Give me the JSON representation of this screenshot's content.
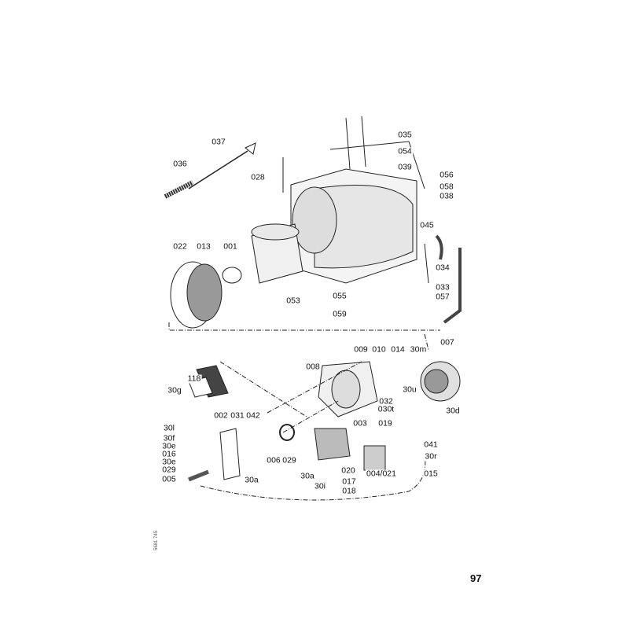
{
  "labels": [
    "037",
    "036",
    "028",
    "035",
    "054",
    "039",
    "056",
    "058",
    "038",
    "045",
    "034",
    "022",
    "013",
    "001",
    "053",
    "055",
    "059",
    "033",
    "057",
    "009",
    "010",
    "014",
    "30m",
    "007",
    "008",
    "118",
    "30g",
    "30u",
    "30d",
    "032",
    "030t",
    "002",
    "031",
    "042",
    "003",
    "019",
    "30l",
    "30f",
    "30e",
    "016",
    "30e",
    "029",
    "005",
    "006",
    "029",
    "020",
    "041",
    "30r",
    "015",
    "30a",
    "30a",
    "004/021",
    "30i",
    "017",
    "018"
  ],
  "document_code": "5681 745",
  "page_number": "97"
}
